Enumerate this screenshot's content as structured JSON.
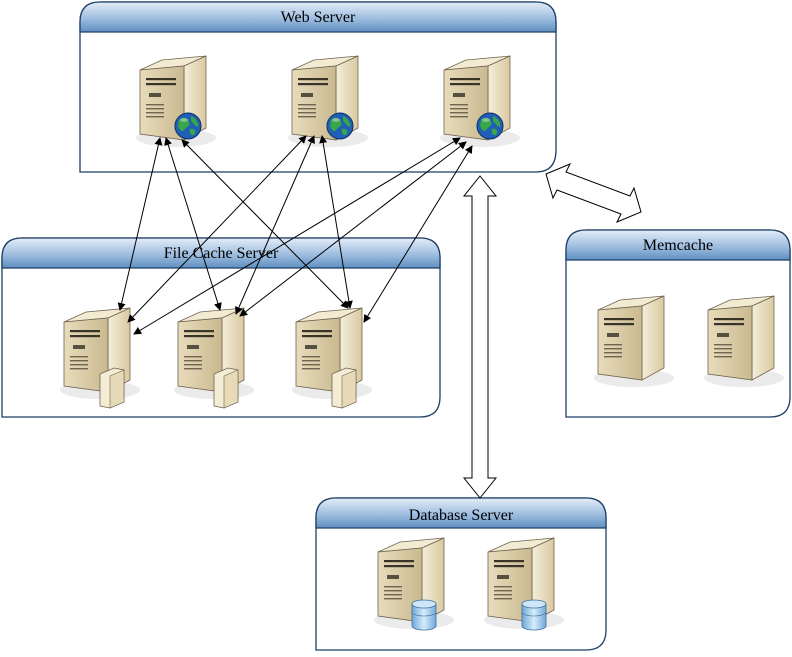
{
  "groups": {
    "web": {
      "title": "Web Server"
    },
    "cache": {
      "title": "File Cache Server"
    },
    "memcache": {
      "title": "Memcache"
    },
    "database": {
      "title": "Database Server"
    }
  },
  "colors": {
    "header_top": "#dce8f4",
    "header_bottom": "#6f9cc8",
    "border": "#1f3f66",
    "server_front": "#d8cba6",
    "server_side": "#efe6cc",
    "globe_sea": "#1f5fb5",
    "globe_land": "#3aa64a",
    "cylinder": "#8cc1e8"
  },
  "icons": {
    "web_server": "web-server-icon",
    "cache_server": "file-server-icon",
    "memcache_server": "server-icon",
    "database_server": "database-server-icon"
  }
}
